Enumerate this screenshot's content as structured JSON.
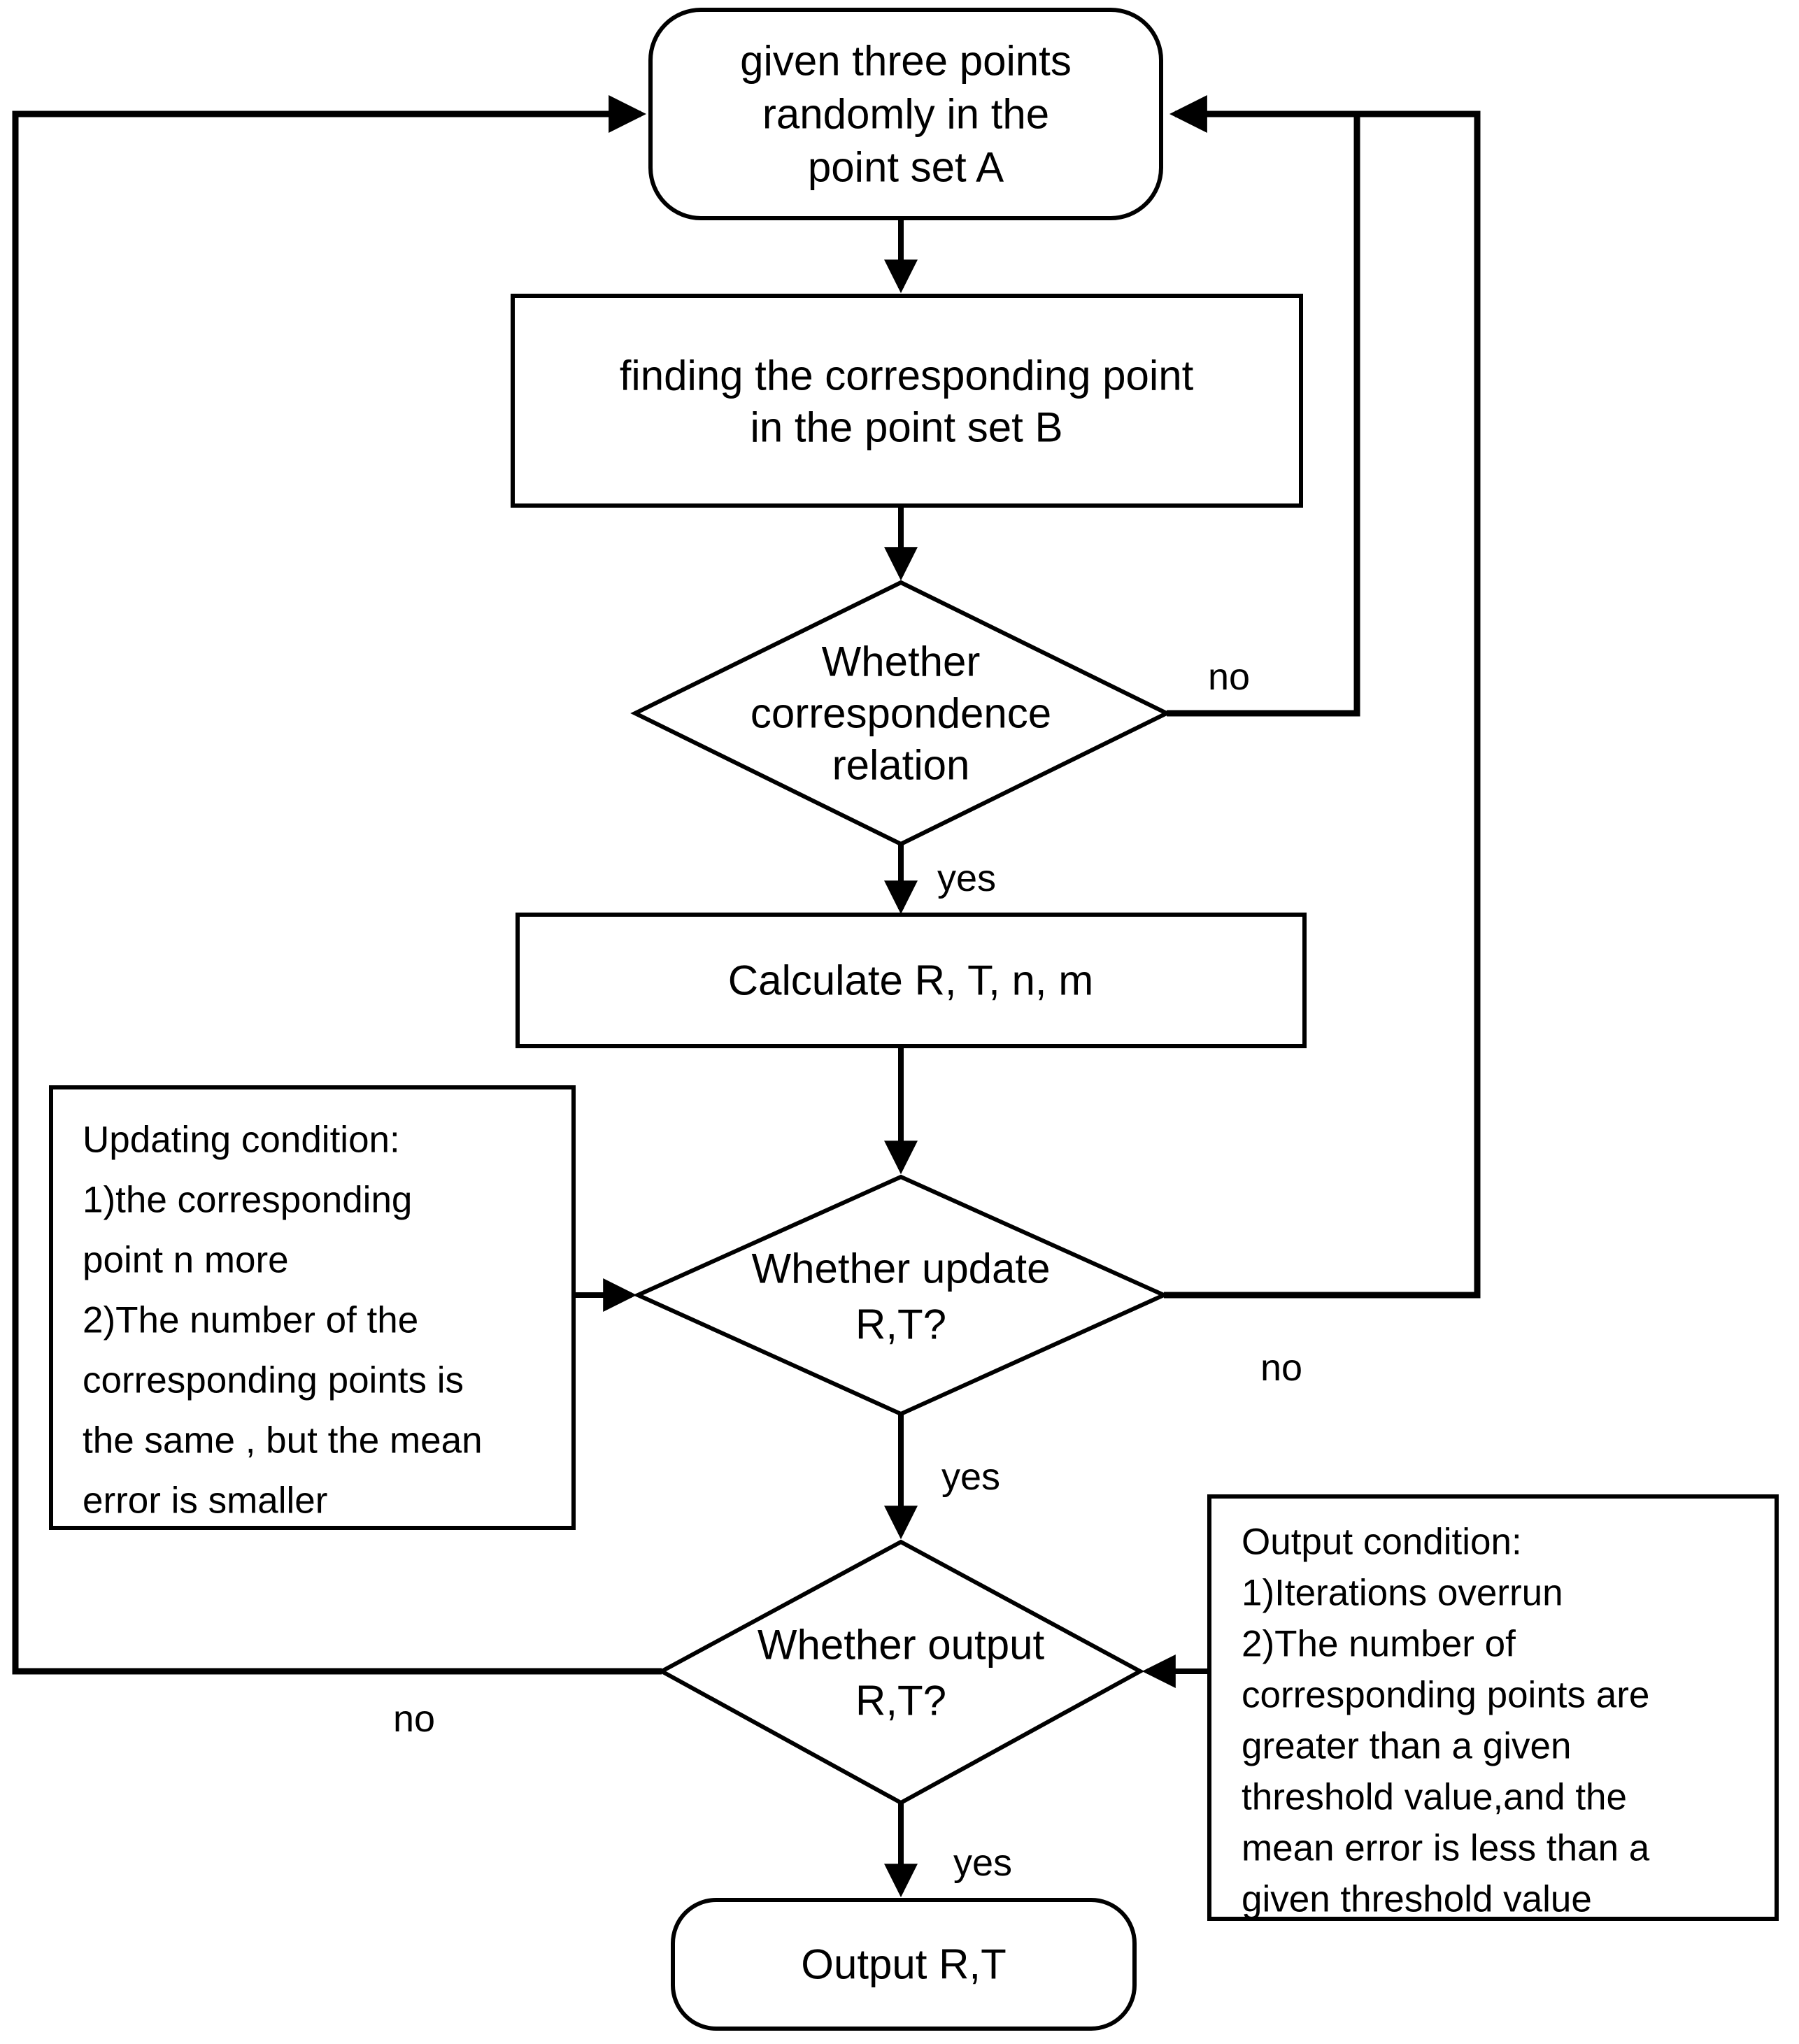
{
  "flowchart": {
    "background": "#ffffff",
    "stroke_color": "#000000",
    "nodes": {
      "start": {
        "type": "rounded-terminator",
        "lines": [
          "given three points",
          "randomly in the",
          "point set A"
        ]
      },
      "find_corresponding": {
        "type": "process",
        "lines": [
          "finding the corresponding point",
          "in the point set B"
        ]
      },
      "check_correspondence": {
        "type": "decision",
        "lines": [
          "Whether",
          "correspondence",
          "relation"
        ]
      },
      "calculate": {
        "type": "process",
        "lines": [
          "Calculate R, T, n, m"
        ]
      },
      "check_update": {
        "type": "decision",
        "lines": [
          "Whether update",
          "R,T?"
        ]
      },
      "check_output": {
        "type": "decision",
        "lines": [
          "Whether output",
          "R,T?"
        ]
      },
      "output": {
        "type": "rounded-terminator",
        "lines": [
          "Output R,T"
        ]
      },
      "updating_condition": {
        "type": "note",
        "lines": [
          "Updating condition:",
          "1)the corresponding",
          "point n more",
          "2)The number of the",
          "corresponding points is",
          "the same , but the mean",
          "error is smaller"
        ]
      },
      "output_condition": {
        "type": "note",
        "lines": [
          "Output condition:",
          "1)Iterations overrun",
          "2)The number of",
          "corresponding points are",
          "greater than a given",
          "threshold value,and the",
          "mean error is less than a",
          "given threshold value"
        ]
      }
    },
    "edge_labels": {
      "correspondence_no": "no",
      "correspondence_yes": "yes",
      "update_no": "no",
      "update_yes": "yes",
      "output_no": "no",
      "output_yes": "yes"
    }
  }
}
